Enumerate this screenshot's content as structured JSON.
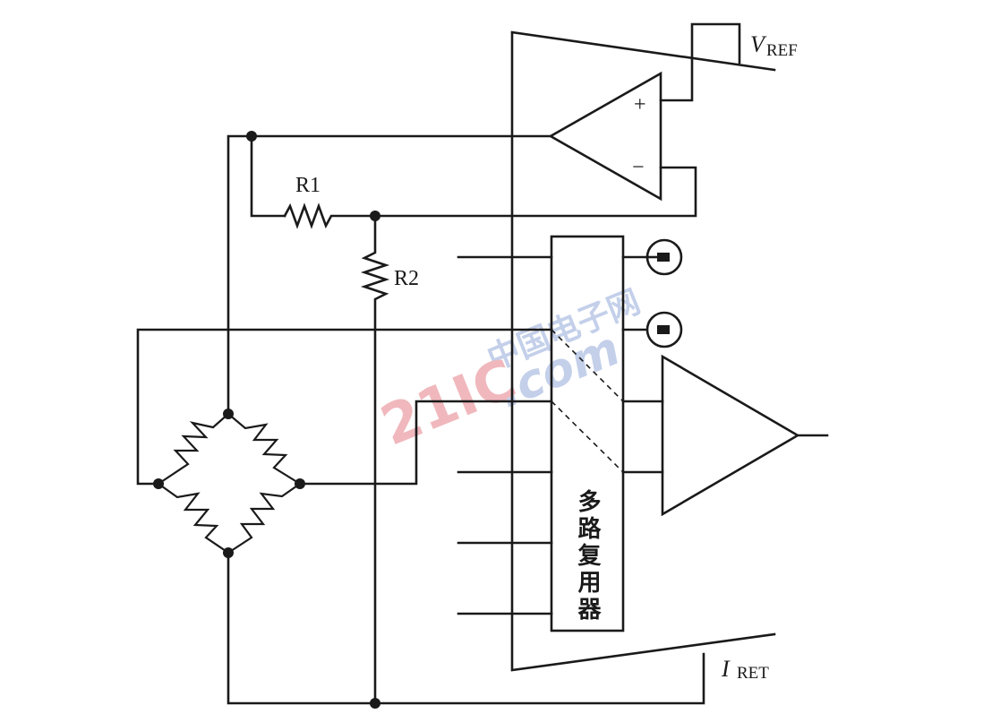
{
  "labels": {
    "vref_main": "V",
    "vref_sub": "REF",
    "iret_main": "I",
    "iret_sub": "RET",
    "r1": "R1",
    "r2": "R2",
    "opamp_plus": "+",
    "opamp_minus": "−",
    "multiplexer": "多路复用器"
  },
  "watermark": {
    "cn": "中国电子网",
    "big": "21IC",
    "com": ".com"
  },
  "colors": {
    "ink": "#1a1a1a",
    "background": "#ffffff",
    "watermark_red": "#f0b8bd",
    "watermark_blue": "#c4d0ea"
  }
}
